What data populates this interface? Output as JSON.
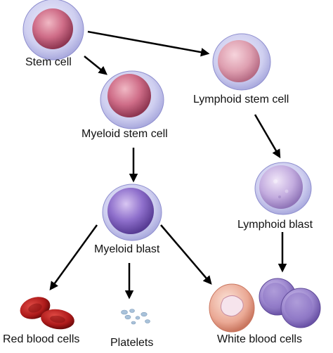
{
  "labels": {
    "stem_cell": "Stem cell",
    "myeloid_stem_cell": "Myeloid stem cell",
    "lymphoid_stem_cell": "Lymphoid stem cell",
    "myeloid_blast": "Myeloid blast",
    "lymphoid_blast": "Lymphoid blast",
    "red_blood_cells": "Red blood cells",
    "platelets": "Platelets",
    "white_blood_cells": "White blood cells"
  },
  "colors": {
    "arrow": "#000000",
    "cell_membrane": "#c9c9ec",
    "stem_nucleus": "#c9607e",
    "myeloid_blast_nucleus": "#7f62c0",
    "lymphoid_blast_nucleus": "#b59ad6",
    "red_cell": "#b11818",
    "platelet": "#a9c2da",
    "white_cell_pink": "#e4a08c",
    "white_cell_purple": "#9c86cc"
  }
}
